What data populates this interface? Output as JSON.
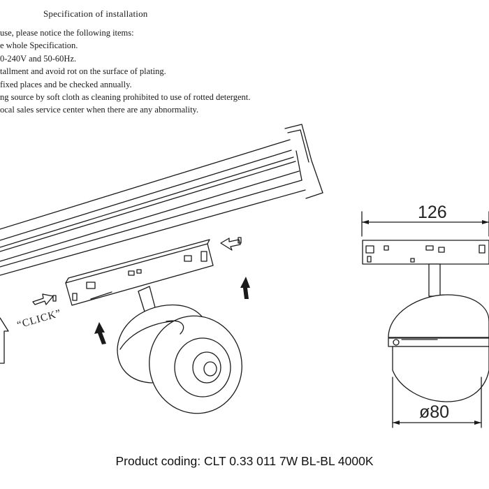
{
  "header": {
    "title": "Specification of installation"
  },
  "notices": [
    "use, please notice the following items:",
    "e whole Specification.",
    "0-240V and 50-60Hz.",
    "tallment and avoid rot on the surface of plating.",
    "fixed places and be checked annually.",
    "ng source by soft cloth as cleaning prohibited to use of rotted detergent.",
    "ocal sales service center when there are any abnormality."
  ],
  "diagram": {
    "click_label": "“CLICK”",
    "dimension_width": "126",
    "dimension_diameter": "ø80"
  },
  "footer": {
    "product_coding": "Product coding: CLT 0.33 011 7W BL-BL 4000K"
  }
}
